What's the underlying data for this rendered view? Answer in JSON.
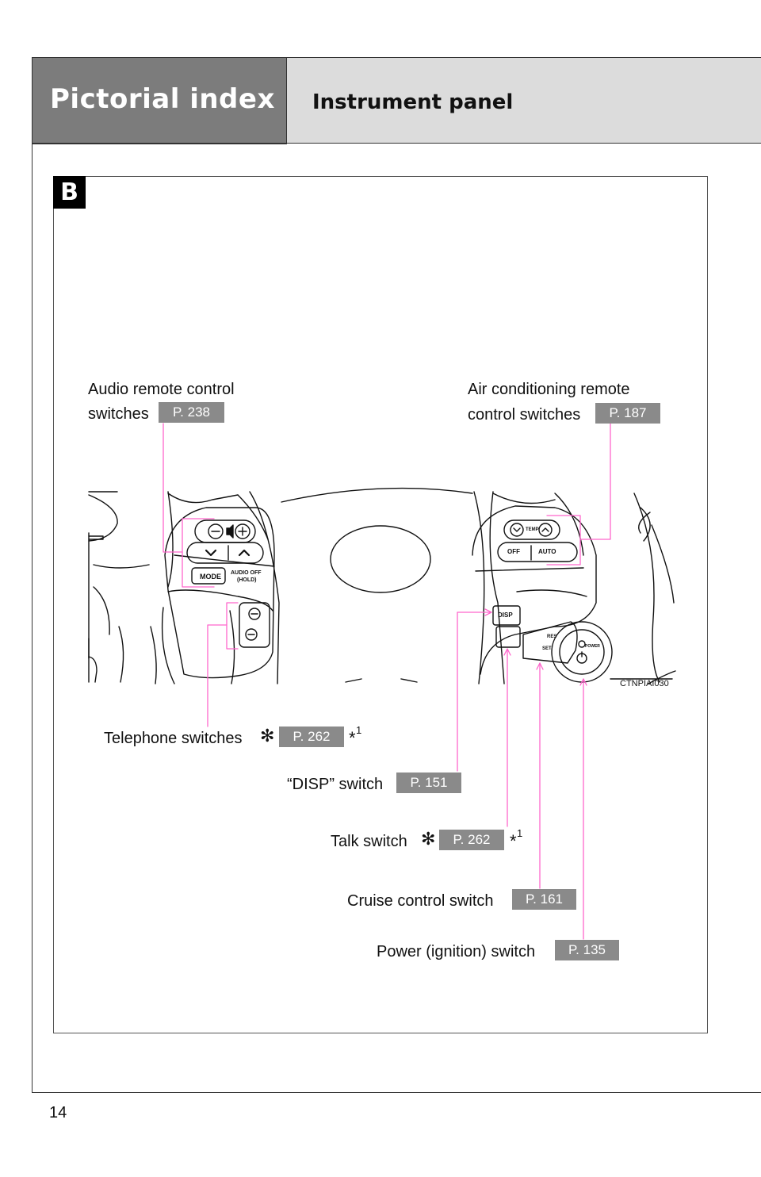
{
  "header": {
    "section_title": "Pictorial index",
    "page_title": "Instrument panel"
  },
  "section": {
    "tag": "B"
  },
  "callouts": {
    "audio": {
      "line1": "Audio remote control",
      "line2": "switches",
      "ref": "P. 238"
    },
    "aircon": {
      "line1": "Air conditioning remote",
      "line2": "control switches",
      "ref": "P. 187"
    },
    "telephone": {
      "label": "Telephone switches",
      "star": "✻",
      "ref": "P. 262",
      "note_mark": "*",
      "note_num": "1"
    },
    "disp": {
      "label": "“DISP” switch",
      "ref": "P. 151"
    },
    "talk": {
      "label": "Talk switch",
      "star": "✻",
      "ref": "P. 262",
      "note_mark": "*",
      "note_num": "1"
    },
    "cruise": {
      "label": "Cruise control switch",
      "ref": "P. 161"
    },
    "power": {
      "label": "Power (ignition) switch",
      "ref": "P. 135"
    }
  },
  "diagram": {
    "figure_code": "CTNPIAI030",
    "buttons": {
      "mode": "MODE",
      "audio_off": "AUDIO OFF",
      "hold": "(HOLD)",
      "temp": "TEMP",
      "off": "OFF",
      "auto": "AUTO",
      "disp": "DISP",
      "res": "RES",
      "set": "SET",
      "power": "POWER"
    },
    "leader_color": "#ff66cc"
  },
  "footer": {
    "page_number": "14"
  }
}
